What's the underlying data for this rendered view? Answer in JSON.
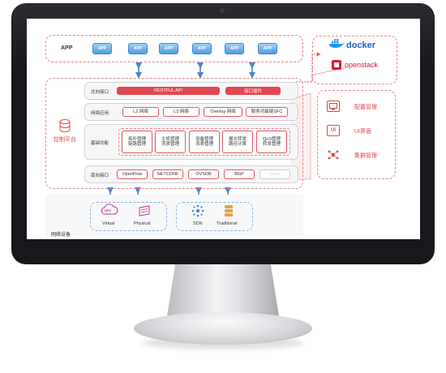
{
  "app_row": {
    "title": "APP",
    "buttons": [
      "APP",
      "APP",
      "APP",
      "APP",
      "APP",
      "APP"
    ]
  },
  "control_platform": {
    "label": "控制平台",
    "icon": "database-icon",
    "layers": [
      {
        "label": "北向接口",
        "items": [
          "RESTFUL API",
          "接口插件"
        ]
      },
      {
        "label": "网络应用",
        "items": [
          "L2 网络",
          "L3 网络",
          "Overlay 网络",
          "服务功能链SFC"
        ]
      },
      {
        "label": "基础功能",
        "items": [
          "拓扑管理\n链路管理",
          "主机管理\n流表管理",
          "设备管理\n流表管理",
          "报文转发\n路径计算",
          "QoS管理\n转发管理"
        ]
      },
      {
        "label": "南向接口",
        "items": [
          "OpenFlow",
          "NETCONF",
          "OVSDB",
          "BGP",
          "······"
        ]
      }
    ]
  },
  "devices": {
    "label": "网络设备",
    "left": [
      {
        "name": "Virtual",
        "icon": "nfv-cloud-icon",
        "badge": "NFV"
      },
      {
        "name": "Physical",
        "icon": "physical-switch-icon"
      }
    ],
    "right": [
      {
        "name": "SDN",
        "icon": "sdn-network-icon"
      },
      {
        "name": "Traditional",
        "icon": "server-stack-icon"
      }
    ]
  },
  "cloud": {
    "docker": "docker",
    "openstack": "openstack"
  },
  "management": {
    "items": [
      {
        "label": "配置管理",
        "icon": "config-monitor-icon"
      },
      {
        "label": "UI界面",
        "icon": "ui-icon",
        "icon_text": "UI"
      },
      {
        "label": "集群管理",
        "icon": "cluster-icon"
      }
    ]
  },
  "colors": {
    "accent_red": "#e2474f",
    "app_blue": "#4f9be0",
    "arrow_blue": "#4a86c8"
  }
}
